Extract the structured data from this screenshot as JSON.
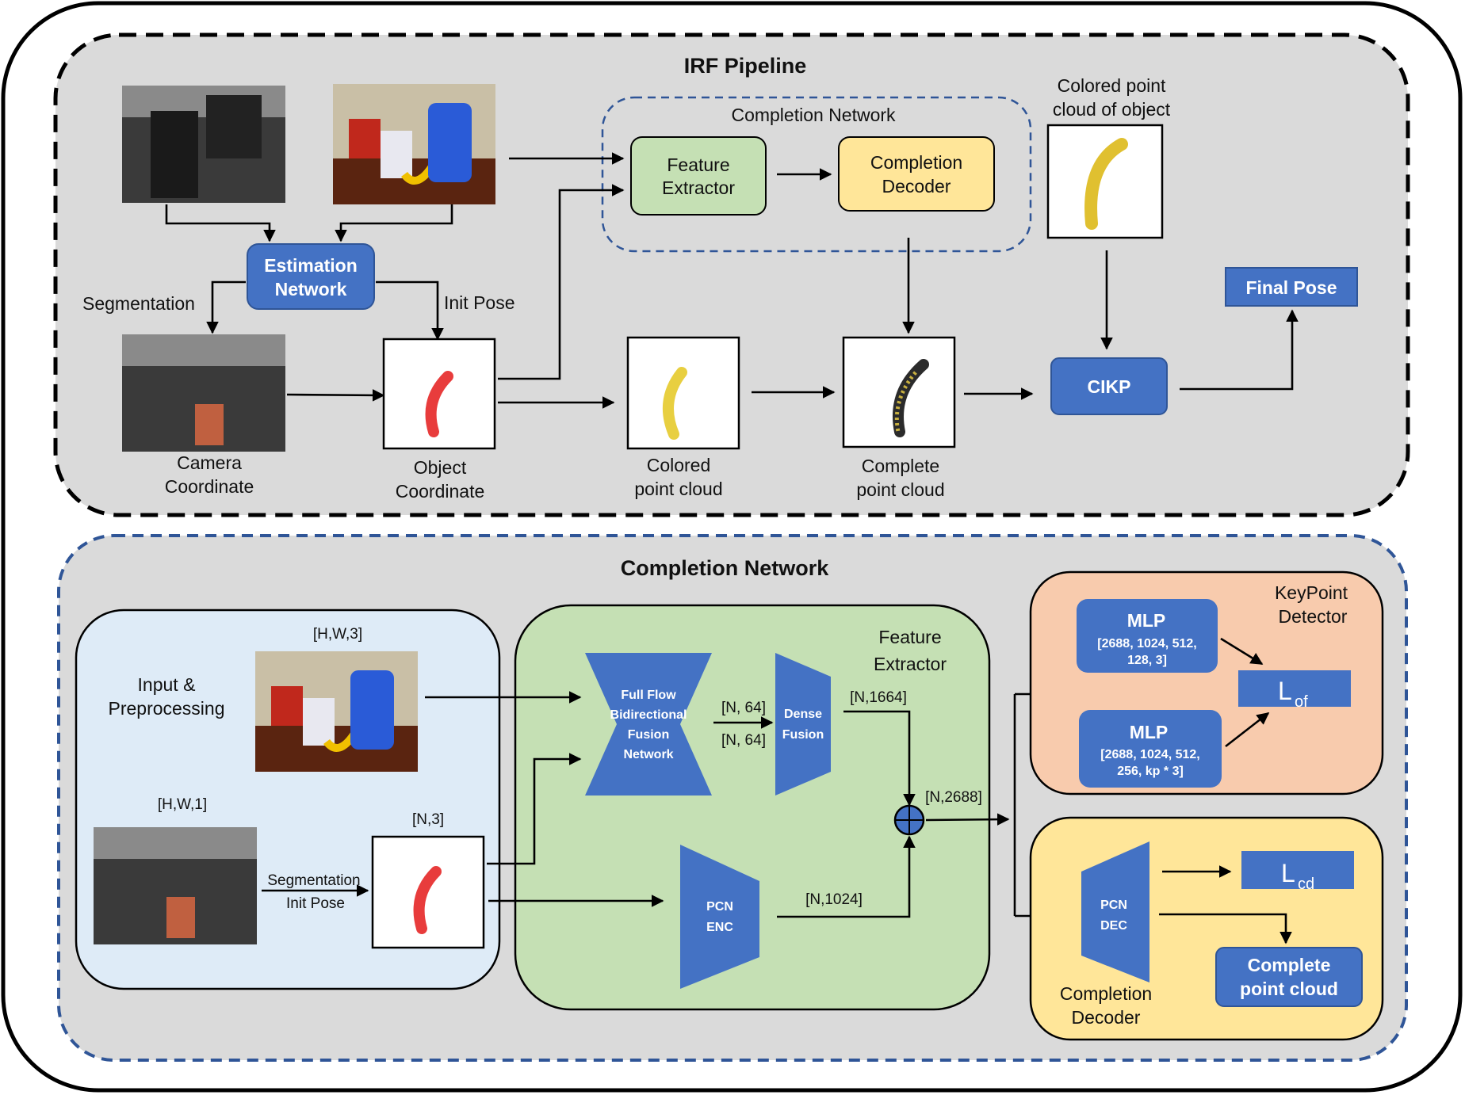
{
  "irf": {
    "title": "IRF Pipeline",
    "completion_box_title": "Completion Network",
    "feature_extractor": [
      "Feature",
      "Extractor"
    ],
    "completion_decoder": [
      "Completion",
      "Decoder"
    ],
    "estimation_network": [
      "Estimation",
      "Network"
    ],
    "segmentation": "Segmentation",
    "init_pose": "Init Pose",
    "camera_coordinate": [
      "Camera",
      "Coordinate"
    ],
    "object_coordinate": [
      "Object",
      "Coordinate"
    ],
    "colored_point_cloud": [
      "Colored",
      "point cloud"
    ],
    "complete_point_cloud": [
      "Complete",
      "point cloud"
    ],
    "colored_object_cloud": [
      "Colored  point",
      "cloud of object"
    ],
    "cikp": "CIKP",
    "final_pose": "Final Pose"
  },
  "completion": {
    "title": "Completion Network",
    "input_title": [
      "Input &",
      "Preprocessing"
    ],
    "hw3": "[H,W,3]",
    "hw1": "[H,W,1]",
    "n3": "[N,3]",
    "segmentation": "Segmentation",
    "init_pose": "Init Pose",
    "feature_extractor": [
      "Feature",
      "Extractor"
    ],
    "ffb6d": [
      "Full Flow",
      "Bidirectional",
      "Fusion",
      "Network"
    ],
    "n64a": "[N, 64]",
    "n64b": "[N, 64]",
    "dense_fusion": [
      "Dense",
      "Fusion"
    ],
    "n1664": "[N,1664]",
    "n2688": "[N,2688]",
    "pcn_enc": [
      "PCN",
      "ENC"
    ],
    "n1024": "[N,1024]",
    "keypoint_detector": [
      "KeyPoint",
      "Detector"
    ],
    "mlp1": {
      "title": "MLP",
      "dims": [
        "[2688, 1024, 512,",
        "128, 3]"
      ]
    },
    "mlp2": {
      "title": "MLP",
      "dims": [
        "[2688, 1024, 512,",
        "256, kp * 3]"
      ]
    },
    "l_of": {
      "main": "L",
      "sub": "of"
    },
    "l_cd": {
      "main": "L",
      "sub": "cd"
    },
    "pcn_dec": [
      "PCN",
      "DEC"
    ],
    "complete_point_cloud": [
      "Complete",
      "point cloud"
    ],
    "completion_decoder": [
      "Completion",
      "Decoder"
    ]
  },
  "colors": {
    "panel_gray": "#dadada",
    "blue_box": "#4472c4",
    "green_box": "#c5e0b4",
    "yellow_box": "#ffe699",
    "input_panel": "#deebf7",
    "keypoint_panel": "#f8cbad",
    "dashed_blue": "#2f5597"
  }
}
